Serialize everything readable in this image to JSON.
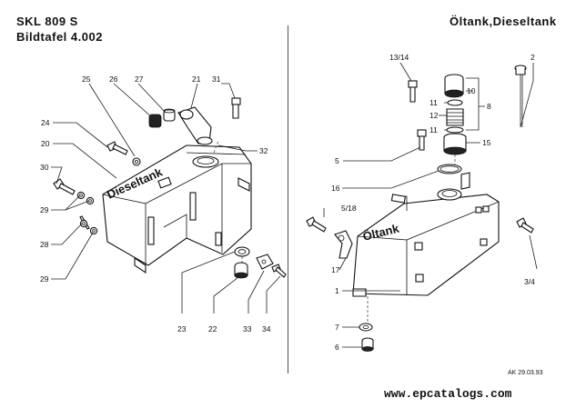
{
  "header": {
    "model": "SKL  809  S",
    "plate": "Bildtafel  4.002",
    "title": "Öltank,Dieseltank"
  },
  "tank_labels": {
    "diesel": "Dieseltank",
    "oil": "Öltank"
  },
  "callouts": {
    "p25": "25",
    "p26": "26",
    "p27": "27",
    "p21": "21",
    "p31": "31",
    "p24": "24",
    "p20": "20",
    "p32": "32",
    "p30": "30",
    "p29a": "29",
    "p28": "28",
    "p29b": "29",
    "p23": "23",
    "p22": "22",
    "p33": "33",
    "p34": "34",
    "p13_14": "13/14",
    "p2": "2",
    "p10": "10",
    "p11a": "11",
    "p12": "12",
    "p8": "8",
    "p11b": "11",
    "p15": "15",
    "p5": "5",
    "p16": "16",
    "p5_18": "5/18",
    "p17": "17",
    "p3_4": "3/4",
    "p1": "1",
    "p7": "7",
    "p6": "6"
  },
  "footer": {
    "date": "AK  29.03.93",
    "url": "www.epcatalogs.com"
  }
}
